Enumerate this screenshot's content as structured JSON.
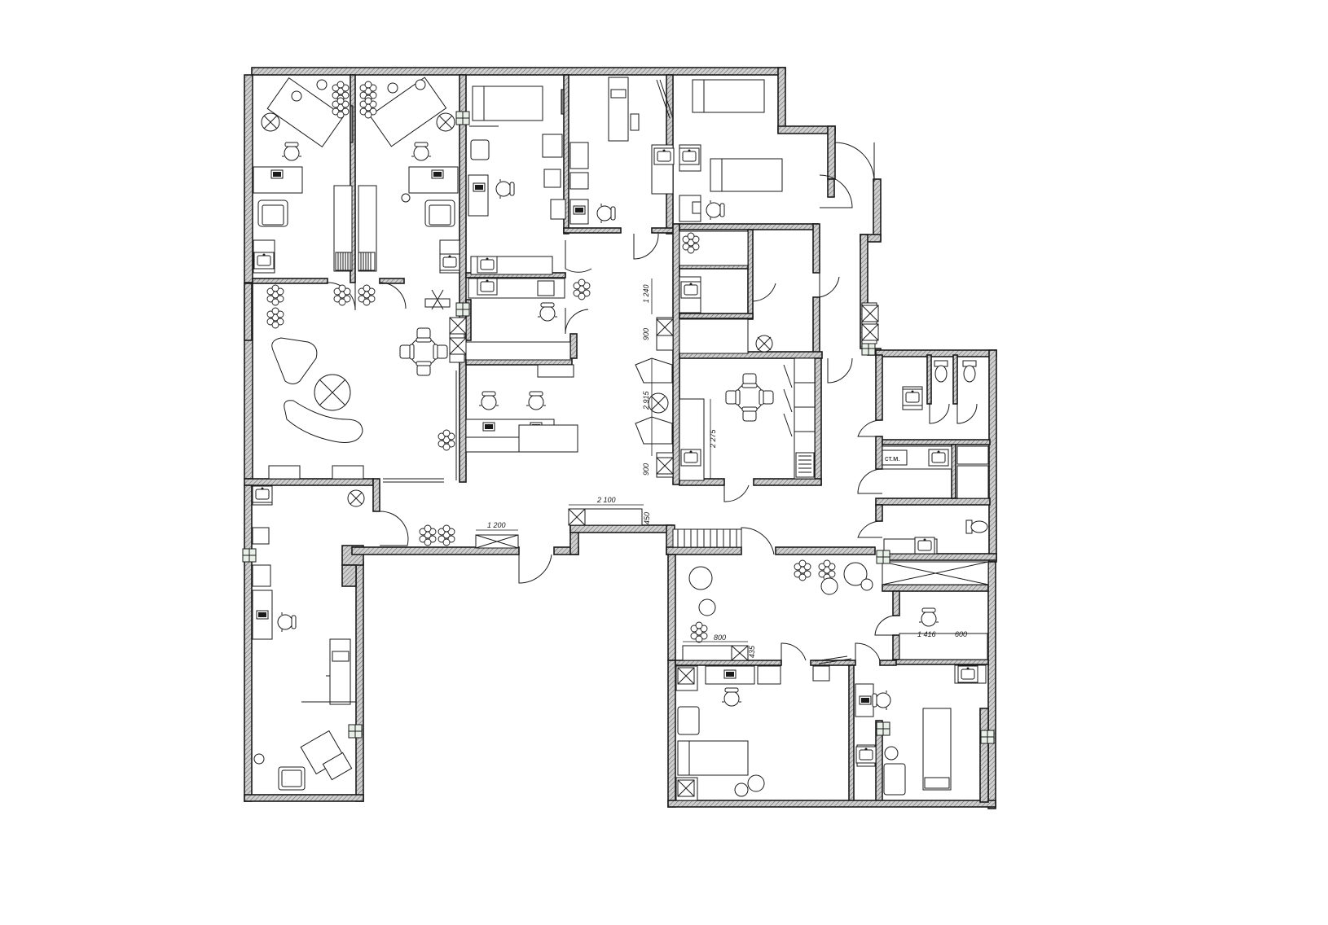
{
  "drawing": {
    "dimensions": {
      "d_1240": "1 240",
      "d_900_a": "900",
      "d_2915": "2 915",
      "d_2275": "2 275",
      "d_900_b": "900",
      "d_2100": "2 100",
      "d_450": "450",
      "d_1200": "1 200",
      "d_800": "800",
      "d_435": "435",
      "d_1416": "1 416",
      "d_600": "600"
    },
    "room_labels": {
      "storage": "ст.м."
    }
  }
}
